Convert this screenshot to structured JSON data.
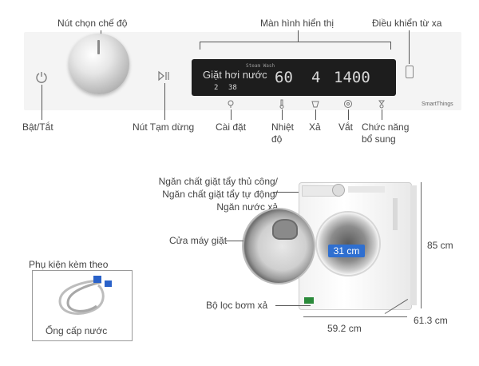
{
  "control_panel": {
    "callouts": {
      "mode_dial": "Nút chọn chế độ",
      "display": "Màn hình hiển thị",
      "remote": "Điều khiển từ xa",
      "power": "Bật/Tắt",
      "pause": "Nút Tạm dừng",
      "settings": "Cài đặt",
      "temperature": "Nhiệt độ",
      "rinse": "Xả",
      "spin": "Vắt",
      "extra": "Chức năng bổ sung"
    },
    "display": {
      "small_top": "Steam Wash",
      "program": "Giặt hơi nước",
      "time_hours": "2",
      "time_minutes": "38",
      "temp": "60",
      "rinse_count": "4",
      "spin_speed": "1400"
    },
    "brand_text": "SmartThings"
  },
  "machine": {
    "callouts": {
      "detergent": "Ngăn chất giặt tẩy thủ công/\nNgăn chất giặt tẩy tự động/\nNgăn nước xả",
      "door": "Cửa máy giặt",
      "filter": "Bộ lọc bơm xả"
    },
    "drum_size": "31 cm",
    "height": "85 cm",
    "width": "59.2 cm",
    "depth": "61.3 cm"
  },
  "accessory": {
    "title": "Phụ kiện kèm theo",
    "item": "Ống cấp nước"
  },
  "colors": {
    "drum_label_bg": "#2f6fd0",
    "hose_connector": "#2a62c9"
  }
}
